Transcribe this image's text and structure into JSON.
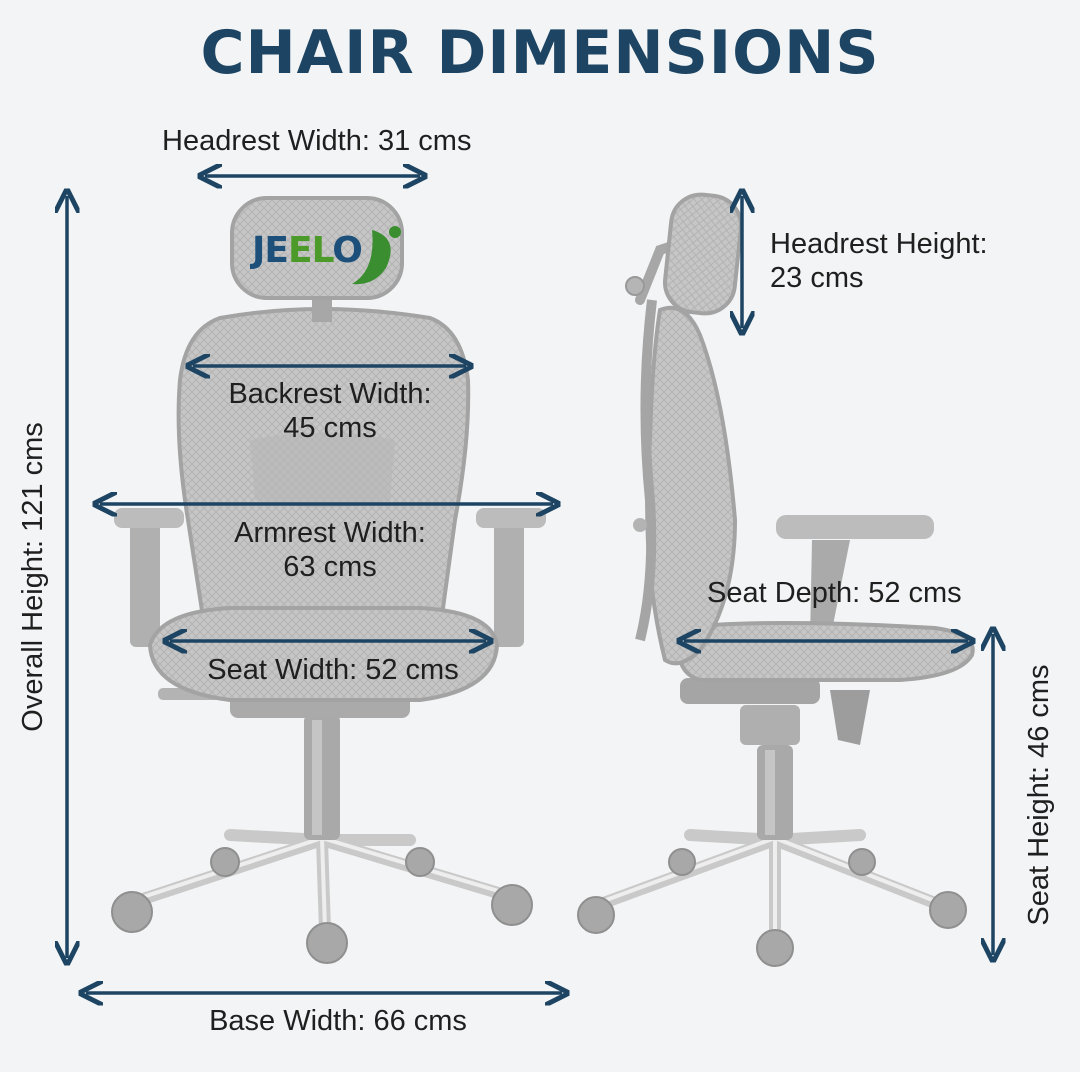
{
  "title": "CHAIR DIMENSIONS",
  "brand": {
    "logo_text_a": "JE",
    "logo_text_b": "EL",
    "logo_text_c": "O"
  },
  "dimensions": {
    "headrest_width": "Headrest Width: 31 cms",
    "headrest_height_line1": "Headrest Height:",
    "headrest_height_line2": "23 cms",
    "backrest_width_line1": "Backrest Width:",
    "backrest_width_line2": "45 cms",
    "armrest_width_line1": "Armrest Width:",
    "armrest_width_line2": "63 cms",
    "seat_width": "Seat Width: 52 cms",
    "seat_depth": "Seat Depth: 52 cms",
    "seat_height": "Seat Height: 46 cms",
    "overall_height": "Overall Height: 121 cms",
    "base_width": "Base Width: 66 cms"
  },
  "colors": {
    "title": "#1d4563",
    "arrow": "#1d4563",
    "chair": "#bdbdbd",
    "chair_dark": "#9a9a9a",
    "chrome": "#d0d0d0",
    "background": "#f3f4f5"
  }
}
